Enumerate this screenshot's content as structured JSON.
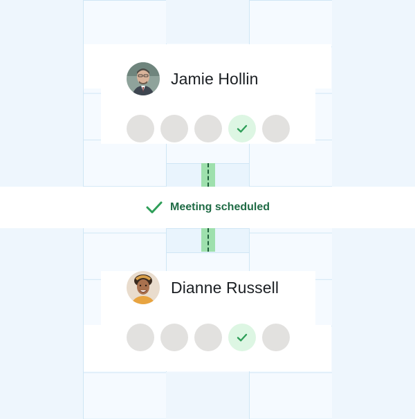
{
  "contacts": [
    {
      "name": "Jamie Hollin",
      "avatar": "person-avatar-jamie"
    },
    {
      "name": "Dianne Russell",
      "avatar": "person-avatar-dianne"
    }
  ],
  "status": {
    "label": "Meeting scheduled",
    "icon": "check-icon"
  },
  "colors": {
    "accent_green": "#1f6b45",
    "check_green": "#2e9e58",
    "dot_gray": "#e2e1df",
    "dot_checked_bg": "#ddf6e3",
    "grid_line": "#cfe6f5"
  },
  "availability": [
    {
      "slots": 5,
      "selected_index": 3
    },
    {
      "slots": 5,
      "selected_index": 3
    }
  ]
}
